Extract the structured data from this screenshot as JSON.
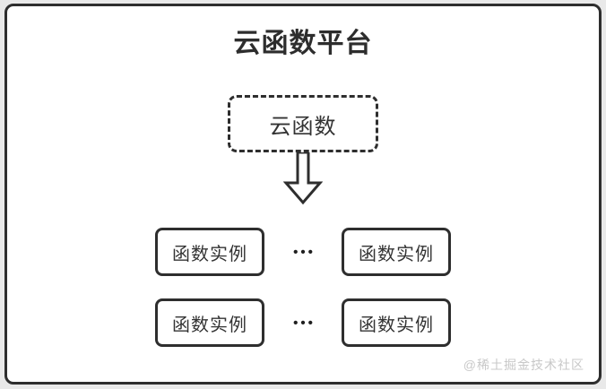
{
  "header": {
    "title": "云函数平台"
  },
  "diagram": {
    "cloud_function": {
      "label": "云函数"
    },
    "arrow": {
      "direction": "down",
      "style": "hollow-outline"
    },
    "instance_rows": [
      {
        "left": "函数实例",
        "dots": "•••",
        "right": "函数实例"
      },
      {
        "left": "函数实例",
        "dots": "•••",
        "right": "函数实例"
      }
    ],
    "colors": {
      "background": "#e9e9e9",
      "panel": "#ffffff",
      "border": "#2e2e2e",
      "text": "#333333",
      "watermark": "#c8c8c8"
    }
  },
  "footer": {
    "watermark": "@稀土掘金技术社区"
  }
}
